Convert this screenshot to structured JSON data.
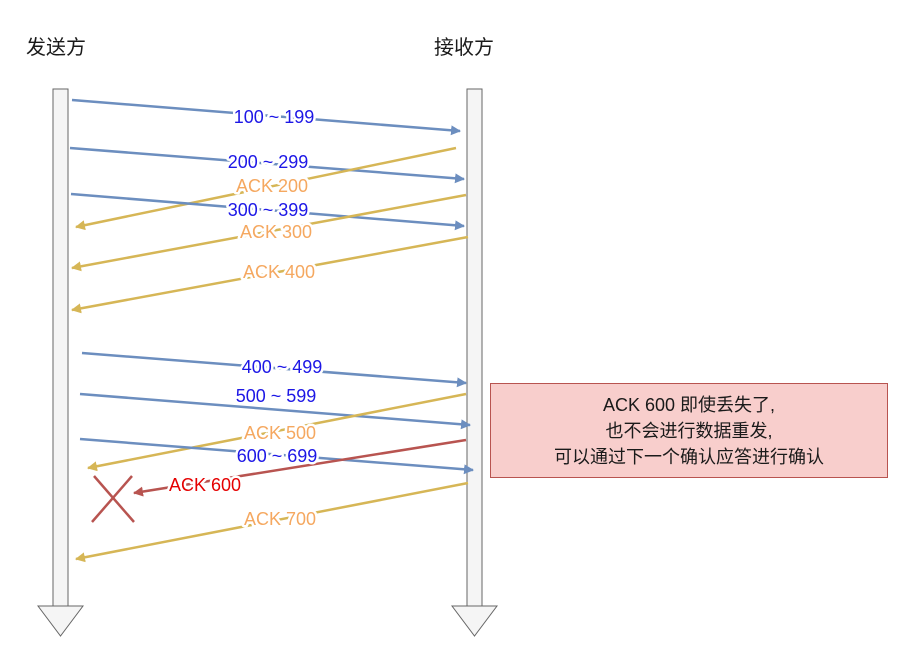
{
  "headers": {
    "sender": "发送方",
    "receiver": "接收方"
  },
  "colors": {
    "data_arrow": "#6c8ebf",
    "data_label": "#1d17e6",
    "ack_arrow": "#d6b656",
    "ack_label": "#f5a860",
    "lost_arrow": "#b85450",
    "lost_label": "#e50000",
    "note_fill": "#f8cecc",
    "note_stroke": "#b85450"
  },
  "messages": [
    {
      "kind": "data",
      "label": "100 ~ 199"
    },
    {
      "kind": "data",
      "label": "200 ~ 299"
    },
    {
      "kind": "ack",
      "label": "ACK 200"
    },
    {
      "kind": "data",
      "label": "300 ~ 399"
    },
    {
      "kind": "ack",
      "label": "ACK 300"
    },
    {
      "kind": "ack",
      "label": "ACK 400"
    },
    {
      "kind": "data",
      "label": "400 ~ 499"
    },
    {
      "kind": "data",
      "label": "500 ~ 599"
    },
    {
      "kind": "ack",
      "label": "ACK 500"
    },
    {
      "kind": "data",
      "label": "600 ~ 699"
    },
    {
      "kind": "lost",
      "label": "ACK 600"
    },
    {
      "kind": "ack",
      "label": "ACK 700"
    }
  ],
  "note": {
    "lines": [
      "ACK 600 即使丢失了,",
      "也不会进行数据重发,",
      "可以通过下一个确认应答进行确认"
    ]
  }
}
